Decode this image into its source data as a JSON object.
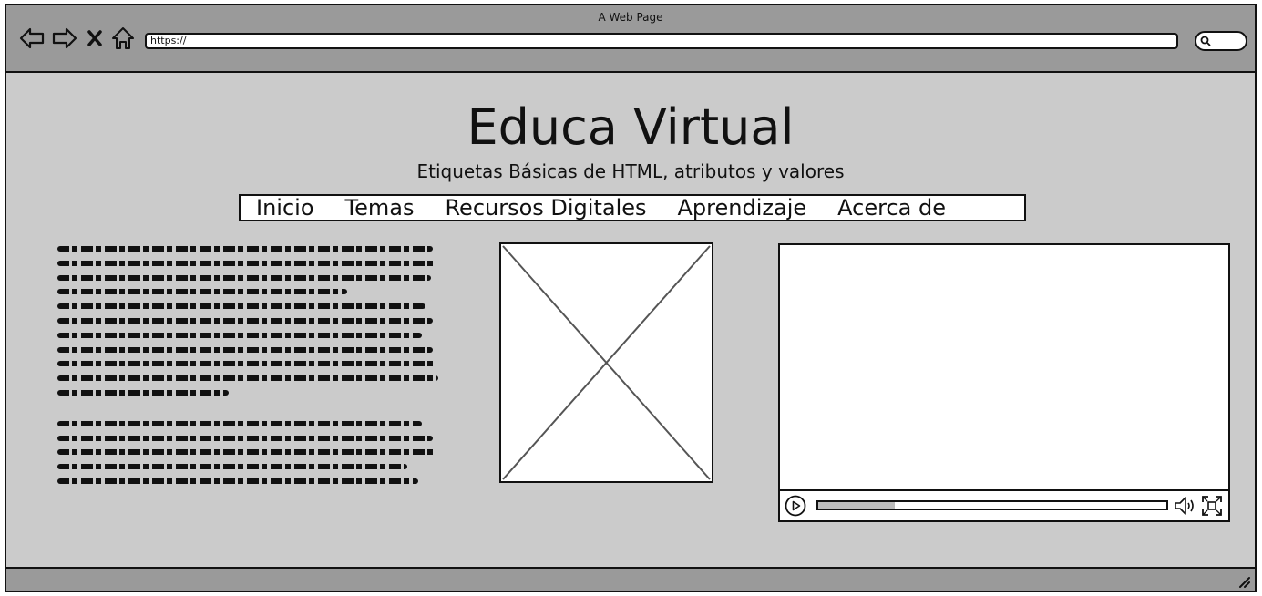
{
  "window": {
    "title": "A Web Page"
  },
  "browser": {
    "url": "https://",
    "icons": [
      "back-icon",
      "forward-icon",
      "close-icon",
      "home-icon",
      "search-icon"
    ]
  },
  "site": {
    "title": "Educa Virtual",
    "subtitle": "Etiquetas Básicas de HTML, atributos y valores"
  },
  "nav": {
    "items": [
      "Inicio",
      "Temas",
      "Recursos Digitales",
      "Aprendizaje",
      "Acerca de"
    ]
  },
  "video": {
    "progress_percent": 22
  }
}
